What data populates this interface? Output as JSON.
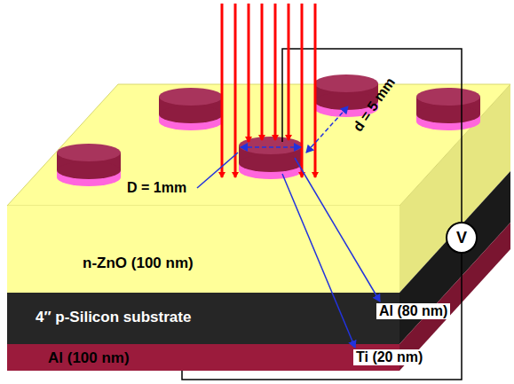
{
  "diagram": {
    "nodes": [
      {
        "text": [
          "n-ZnO (100 nm)"
        ]
      },
      {
        "text": [
          "4″ p-Silicon substrate"
        ]
      },
      {
        "text": [
          "Al (100 nm)"
        ]
      },
      {
        "text": [
          "V"
        ]
      }
    ],
    "edges": [
      {
        "from": 3,
        "to": 2,
        "arrow": "none"
      }
    ],
    "labels": [
      "D = 1mm",
      "d = 5 mm",
      "Al (80 nm)",
      "Ti (20 nm)"
    ]
  }
}
